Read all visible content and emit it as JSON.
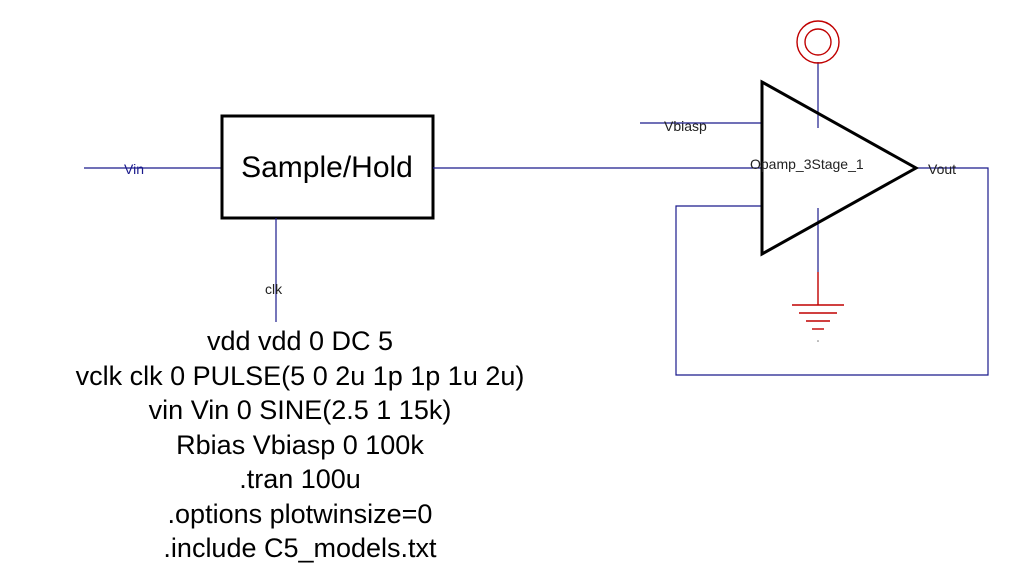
{
  "colors": {
    "wire": "#1a1a8c",
    "vdd_symbol": "#c00000",
    "ground_symbol": "#c00000",
    "component": "#000000"
  },
  "blocks": {
    "sample_hold": "Sample/Hold",
    "opamp": "Opamp_3Stage_1"
  },
  "nets": {
    "vin": "Vin",
    "clk": "clk",
    "vbiasp": "Vbiasp",
    "vout": "Vout"
  },
  "spice_lines": [
    "vdd vdd 0 DC 5",
    "vclk clk 0 PULSE(5 0 2u 1p 1p 1u 2u)",
    "vin Vin 0 SINE(2.5 1 15k)",
    "Rbias Vbiasp 0 100k",
    ".tran 100u",
    ".options plotwinsize=0",
    ".include C5_models.txt"
  ]
}
